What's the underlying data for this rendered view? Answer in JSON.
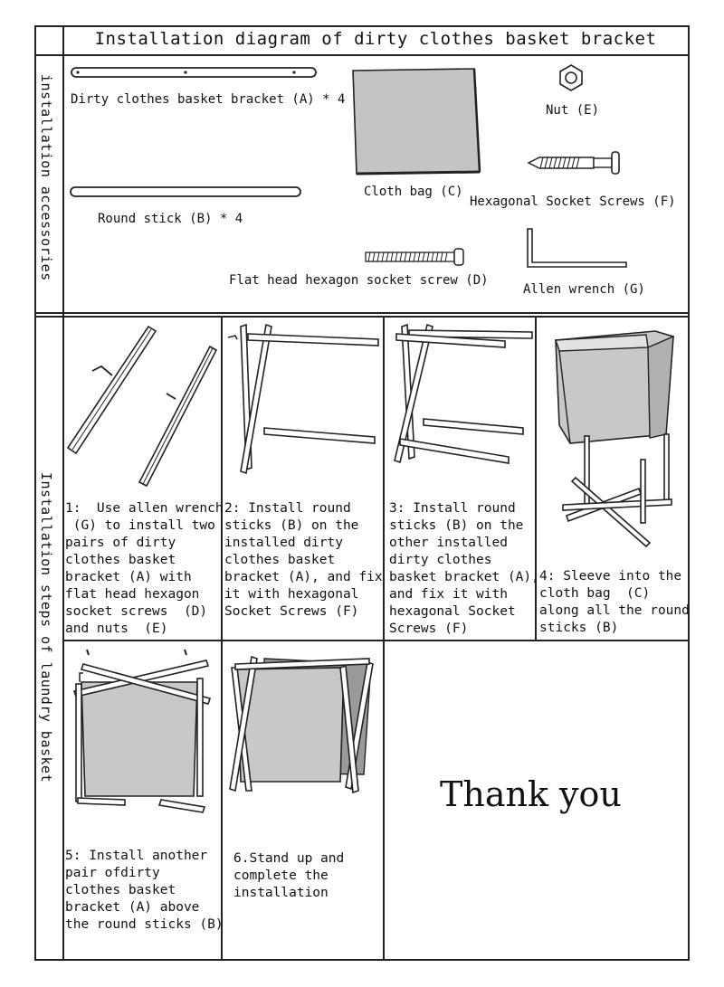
{
  "title": "Installation diagram of dirty clothes basket bracket",
  "accessories_label": "installation accessories",
  "steps_label": "Installation steps of laundry basket",
  "accessories": {
    "a": "Dirty clothes basket bracket (A) * 4",
    "b": "Round stick (B) * 4",
    "c": "Cloth bag (C)",
    "d": "Flat head hexagon socket screw (D)",
    "e": "Nut (E)",
    "f": "Hexagonal Socket Screws (F)",
    "g": "Allen wrench (G)"
  },
  "steps": {
    "s1": "1:  Use allen wrench\n (G) to install two\npairs of dirty\nclothes basket\nbracket (A) with\nflat head hexagon\nsocket screws  (D)\nand nuts  (E)",
    "s2": "2: Install round\nsticks (B) on the\ninstalled dirty\nclothes basket\nbracket (A), and fix\nit with hexagonal\nSocket Screws (F)",
    "s3": "3: Install round\nsticks (B) on the\nother installed\ndirty clothes\nbasket bracket (A),\nand fix it with\nhexagonal Socket\nScrews (F)",
    "s4": "4: Sleeve into the\ncloth bag  (C)\nalong all the round\nsticks (B)",
    "s5": "5: Install another\npair ofdirty\nclothes basket\nbracket (A) above\nthe round sticks (B)",
    "s6": "6.Stand up and\ncomplete the\ninstallation"
  },
  "thanks": "Thank you",
  "colors": {
    "ink": "#222222",
    "bag_fill": "#c8c8c8",
    "bag_dark": "#9a9a9a"
  }
}
